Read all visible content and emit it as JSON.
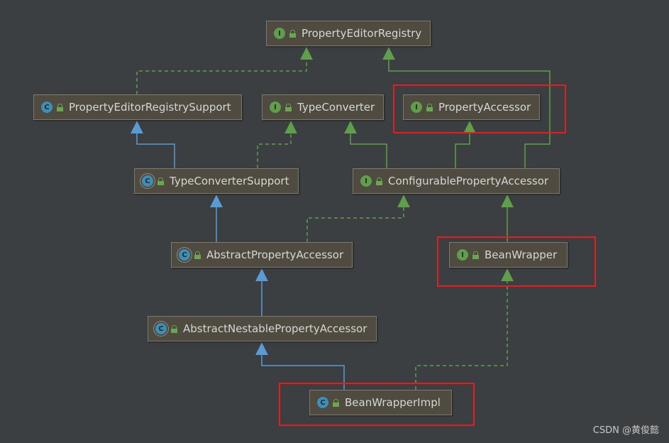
{
  "nodes": {
    "per": {
      "label": "PropertyEditorRegistry",
      "kind": "I"
    },
    "pers": {
      "label": "PropertyEditorRegistrySupport",
      "kind": "C"
    },
    "tc": {
      "label": "TypeConverter",
      "kind": "I"
    },
    "pa": {
      "label": "PropertyAccessor",
      "kind": "I"
    },
    "tcs": {
      "label": "TypeConverterSupport",
      "kind": "C"
    },
    "cpa": {
      "label": "ConfigurablePropertyAccessor",
      "kind": "I"
    },
    "apa": {
      "label": "AbstractPropertyAccessor",
      "kind": "C"
    },
    "bw": {
      "label": "BeanWrapper",
      "kind": "I"
    },
    "anpa": {
      "label": "AbstractNestablePropertyAccessor",
      "kind": "C"
    },
    "bwi": {
      "label": "BeanWrapperImpl",
      "kind": "C"
    }
  },
  "colors": {
    "extends_edge": "#5b9bd5",
    "interface_edge": "#5f9e4b",
    "highlight": "#e81c1c"
  },
  "watermark": "CSDN @黄俊懿"
}
